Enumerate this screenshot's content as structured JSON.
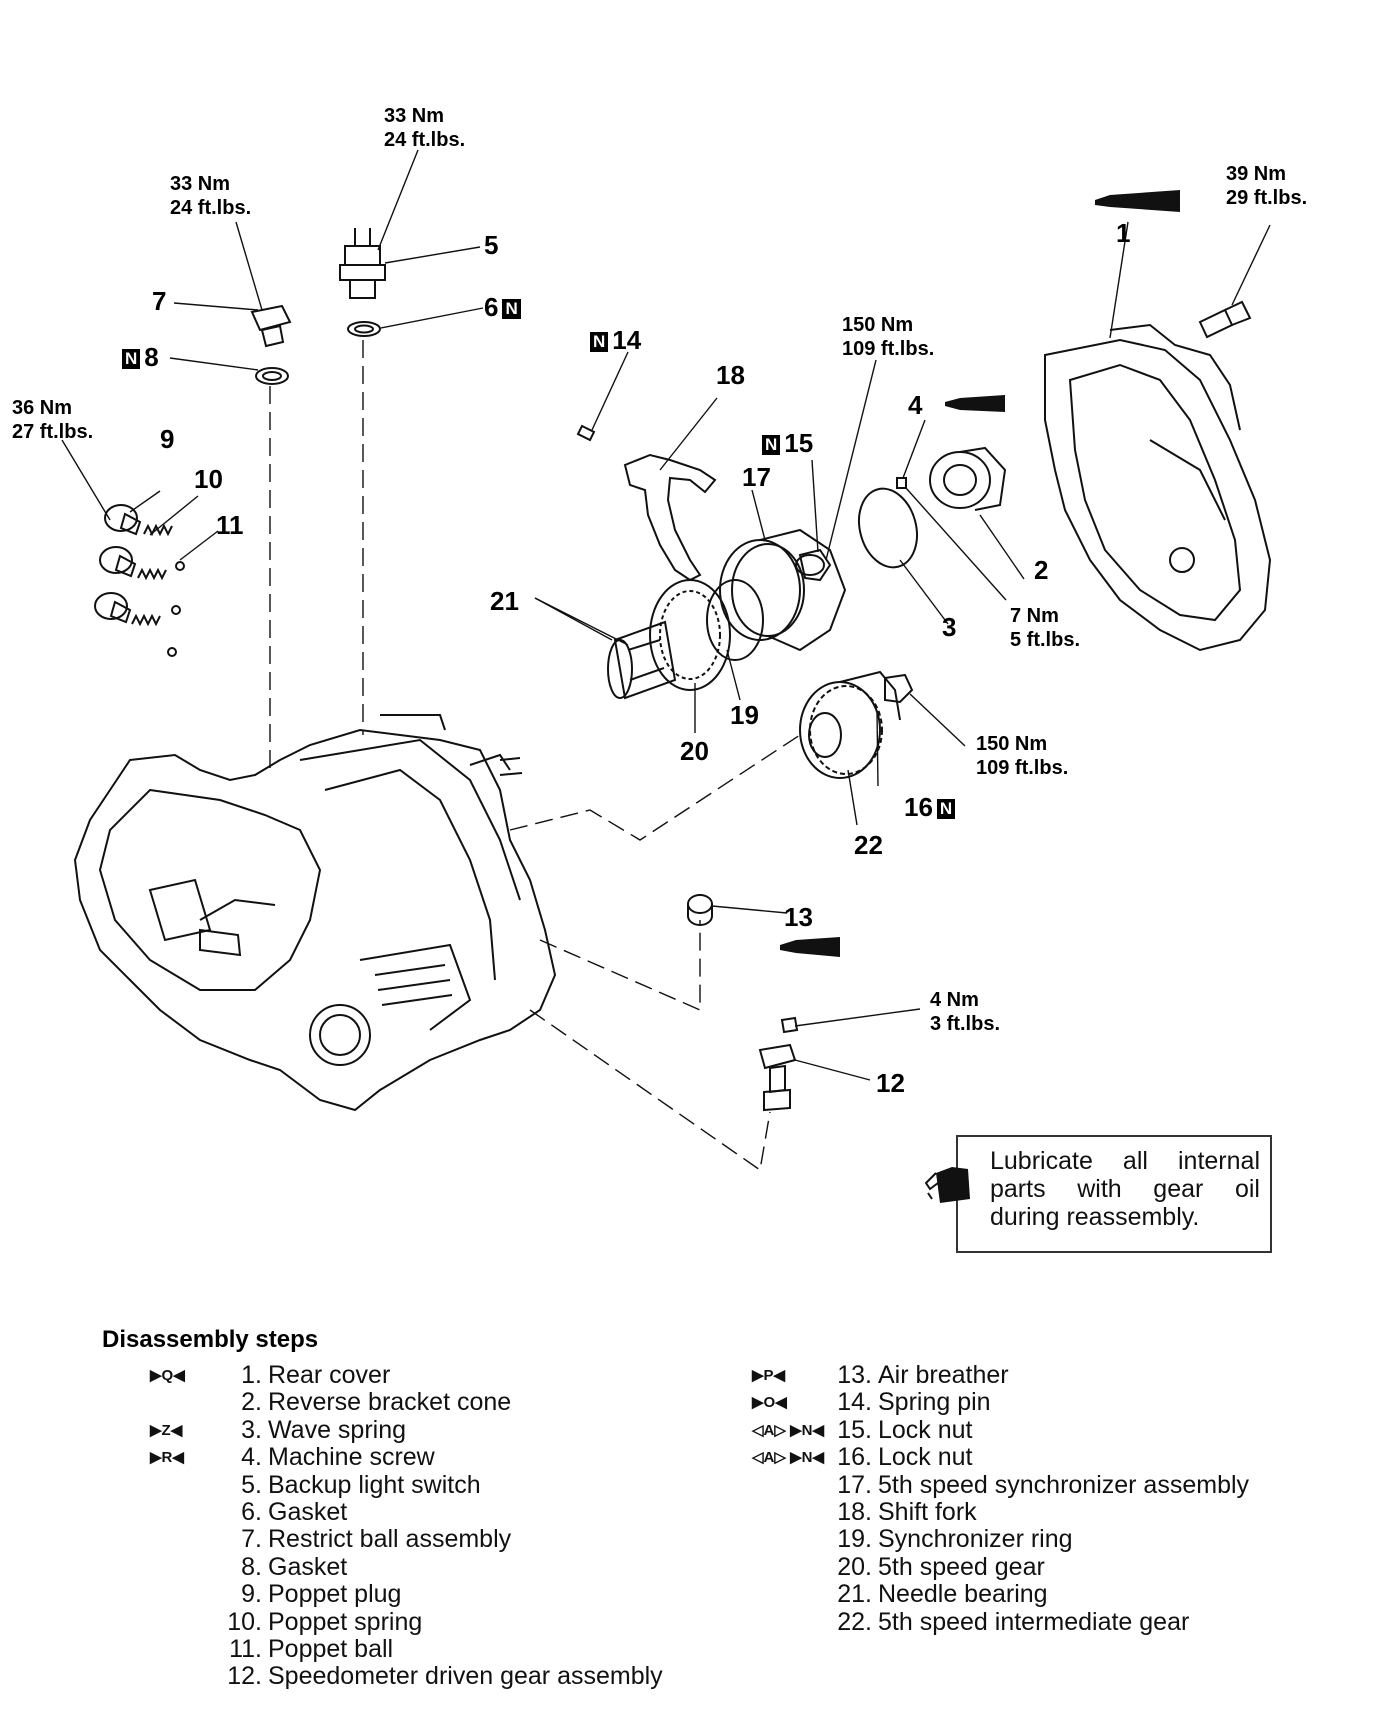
{
  "callouts": {
    "n1": "1",
    "n2": "2",
    "n3": "3",
    "n4": "4",
    "n5": "5",
    "n6": "6",
    "n7": "7",
    "n8": "8",
    "n9": "9",
    "n10": "10",
    "n11": "11",
    "n12": "12",
    "n13": "13",
    "n14": "14",
    "n15": "15",
    "n16": "16",
    "n17": "17",
    "n18": "18",
    "n19": "19",
    "n20": "20",
    "n21": "21",
    "n22": "22",
    "n_badge": "N"
  },
  "torques": {
    "t5_nm": "33 Nm",
    "t5_ft": "24 ft.lbs.",
    "t7_nm": "33 Nm",
    "t7_ft": "24 ft.lbs.",
    "t9_nm": "36 Nm",
    "t9_ft": "27 ft.lbs.",
    "t1_nm": "39 Nm",
    "t1_ft": "29 ft.lbs.",
    "t15_nm": "150 Nm",
    "t15_ft": "109 ft.lbs.",
    "t4_nm": "7 Nm",
    "t4_ft": "5 ft.lbs.",
    "t16_nm": "150 Nm",
    "t16_ft": "109 ft.lbs.",
    "t12_nm": "4 Nm",
    "t12_ft": "3 ft.lbs."
  },
  "note": {
    "text": "Lubricate all internal parts with gear oil during reassembly.",
    "icon": "oil-can-icon"
  },
  "steps": {
    "title": "Disassembly steps",
    "left": [
      {
        "mark": "▶Q◀",
        "num": "1.",
        "text": "Rear cover"
      },
      {
        "mark": "",
        "num": "2.",
        "text": "Reverse bracket cone"
      },
      {
        "mark": "▶Z◀",
        "num": "3.",
        "text": "Wave spring"
      },
      {
        "mark": "▶R◀",
        "num": "4.",
        "text": "Machine screw"
      },
      {
        "mark": "",
        "num": "5.",
        "text": "Backup light switch"
      },
      {
        "mark": "",
        "num": "6.",
        "text": "Gasket"
      },
      {
        "mark": "",
        "num": "7.",
        "text": "Restrict ball assembly"
      },
      {
        "mark": "",
        "num": "8.",
        "text": "Gasket"
      },
      {
        "mark": "",
        "num": "9.",
        "text": "Poppet plug"
      },
      {
        "mark": "",
        "num": "10.",
        "text": "Poppet spring"
      },
      {
        "mark": "",
        "num": "11.",
        "text": "Poppet ball"
      },
      {
        "mark": "",
        "num": "12.",
        "text": "Speedometer driven gear assembly"
      }
    ],
    "right": [
      {
        "mark": "▶P◀",
        "num": "13.",
        "text": "Air breather"
      },
      {
        "mark": "▶O◀",
        "num": "14.",
        "text": "Spring pin"
      },
      {
        "mark": "◁A▷ ▶N◀",
        "num": "15.",
        "text": "Lock nut"
      },
      {
        "mark": "◁A▷ ▶N◀",
        "num": "16.",
        "text": "Lock nut"
      },
      {
        "mark": "",
        "num": "17.",
        "text": "5th speed synchronizer assembly"
      },
      {
        "mark": "",
        "num": "18.",
        "text": "Shift fork"
      },
      {
        "mark": "",
        "num": "19.",
        "text": "Synchronizer ring"
      },
      {
        "mark": "",
        "num": "20.",
        "text": "5th speed gear"
      },
      {
        "mark": "",
        "num": "21.",
        "text": "Needle bearing"
      },
      {
        "mark": "",
        "num": "22.",
        "text": "5th speed intermediate gear"
      }
    ]
  }
}
